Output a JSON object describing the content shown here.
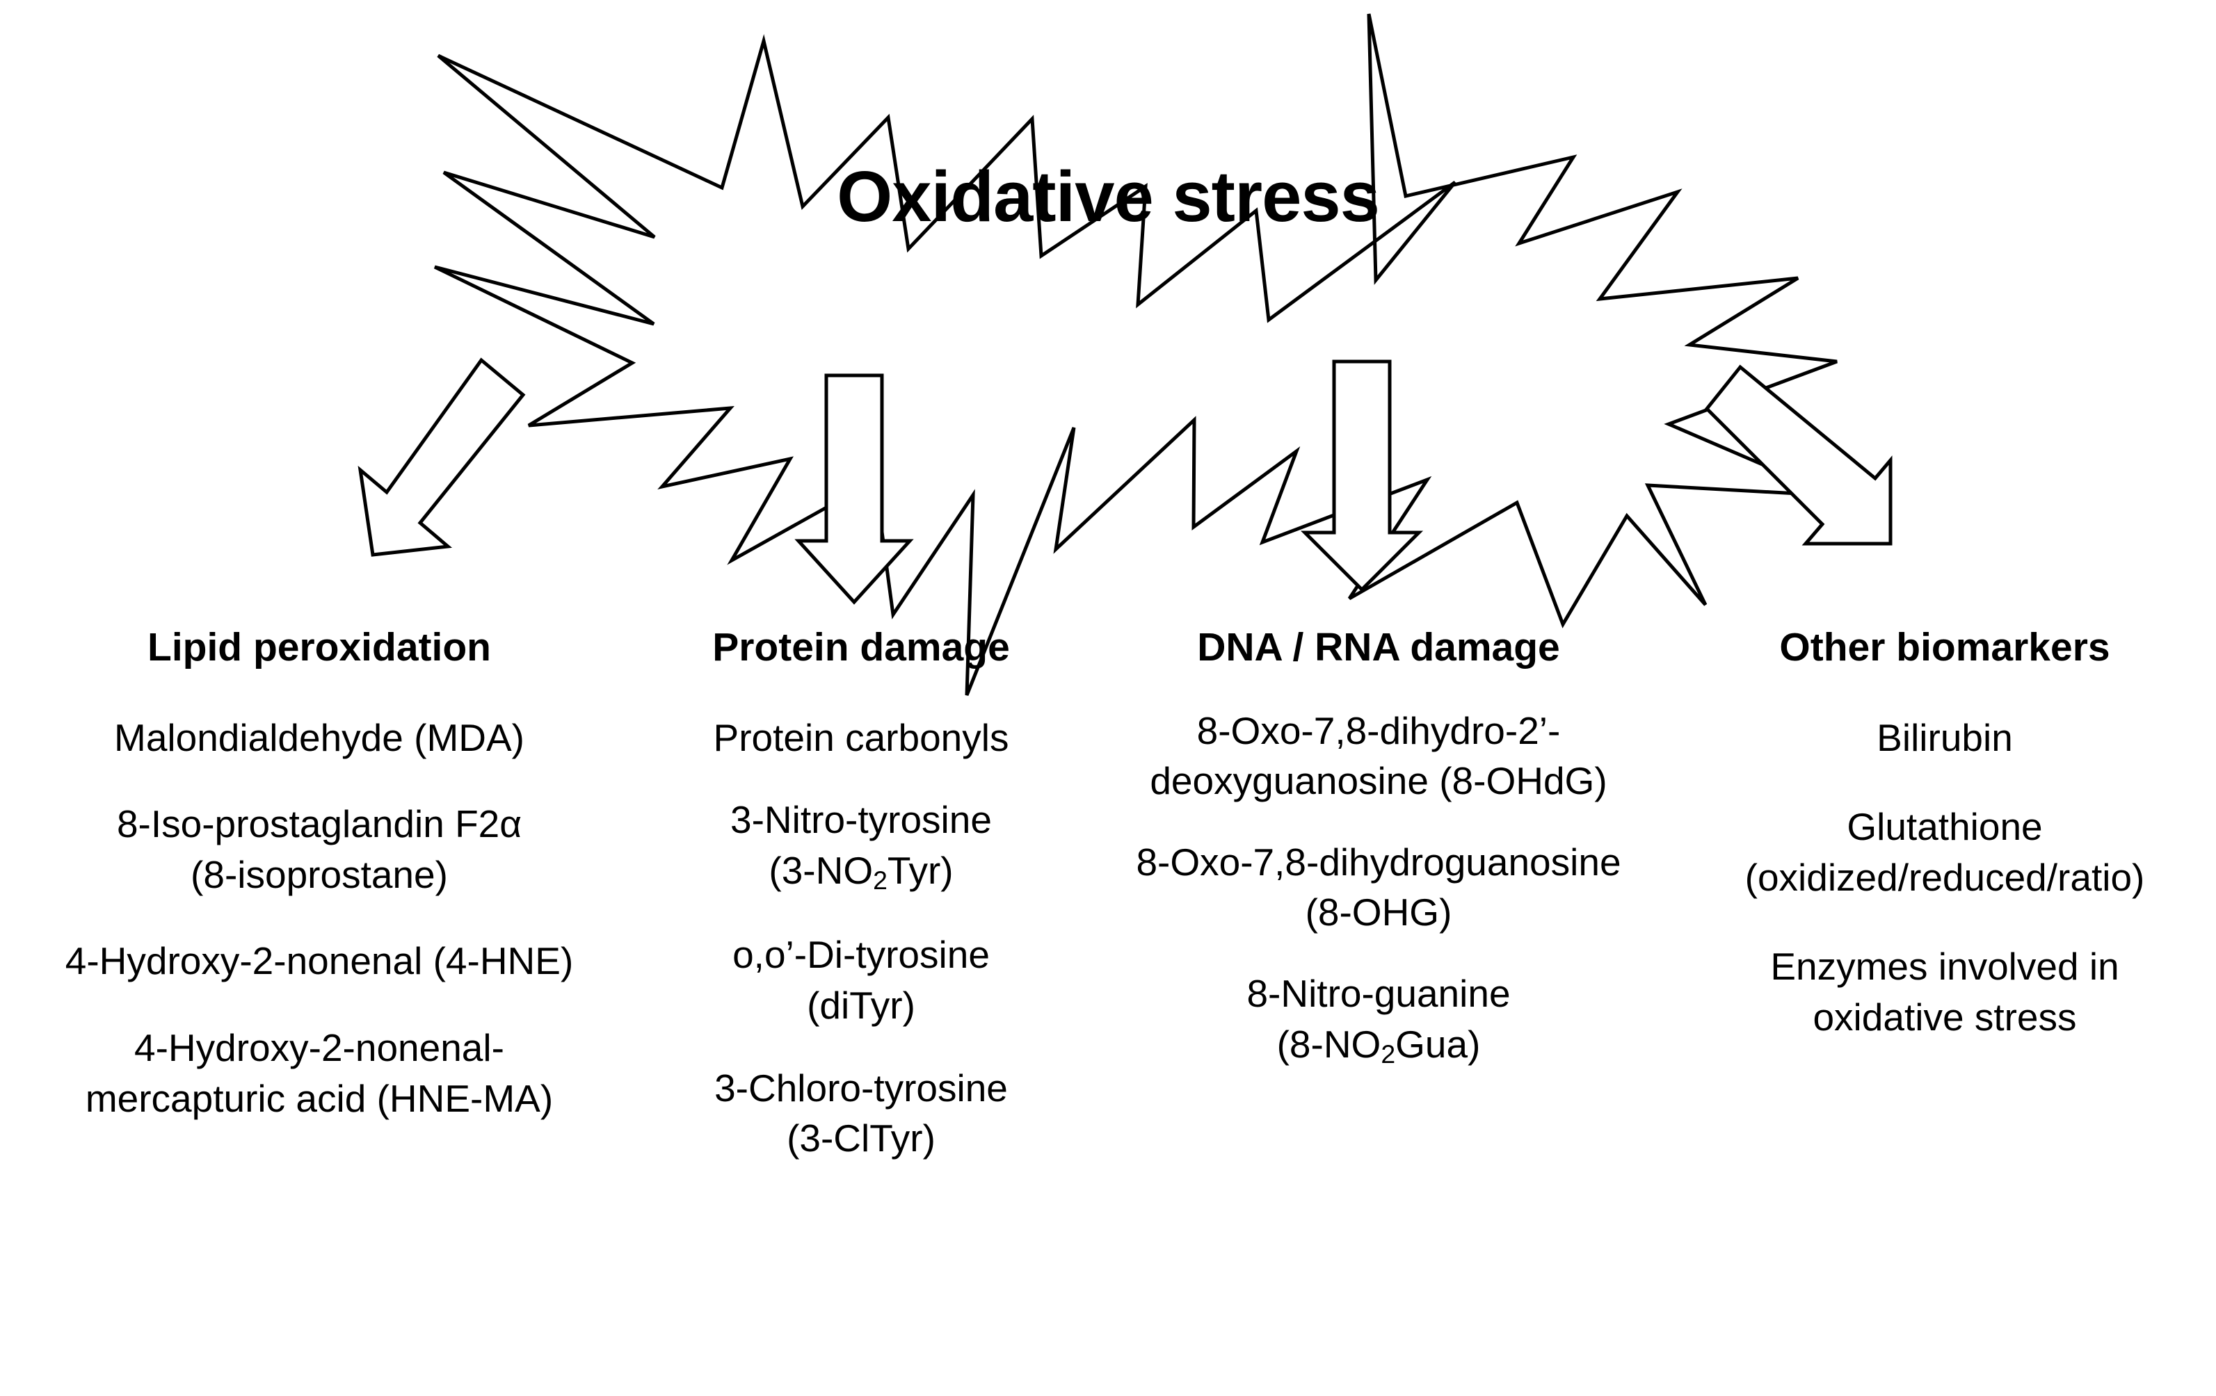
{
  "figure": {
    "burst": {
      "label": "Oxidative stress",
      "shape": "starburst-explosion",
      "stroke_color": "#000000",
      "fill_color": "#ffffff"
    },
    "arrows": [
      {
        "name": "arrow-to-lipid-peroxidation",
        "direction": "down-left"
      },
      {
        "name": "arrow-to-protein-damage",
        "direction": "down"
      },
      {
        "name": "arrow-to-dna-rna-damage",
        "direction": "down"
      },
      {
        "name": "arrow-to-other-biomarkers",
        "direction": "down-right"
      }
    ],
    "columns": [
      {
        "id": "lipid-peroxidation",
        "header": "Lipid peroxidation",
        "items": [
          {
            "text": "Malondialdehyde (MDA)"
          },
          {
            "text": "8-Iso-prostaglandin F2α\n(8-isoprostane)"
          },
          {
            "text": "4-Hydroxy-2-nonenal (4-HNE)"
          },
          {
            "text": "4-Hydroxy-2-nonenal-\nmercapturic acid (HNE-MA)"
          }
        ]
      },
      {
        "id": "protein-damage",
        "header": "Protein damage",
        "items": [
          {
            "text": "Protein carbonyls"
          },
          {
            "html": "3-Nitro-tyrosine<br>(3-NO<sub>2</sub>Tyr)"
          },
          {
            "text": "o,o’-Di-tyrosine\n(diTyr)"
          },
          {
            "text": "3-Chloro-tyrosine\n(3-ClTyr)"
          }
        ]
      },
      {
        "id": "dna-rna-damage",
        "header": "DNA / RNA damage",
        "items": [
          {
            "text": "8-Oxo-7,8-dihydro-2’-\ndeoxyguanosine (8-OHdG)"
          },
          {
            "text": "8-Oxo-7,8-dihydroguanosine\n(8-OHG)"
          },
          {
            "html": "8-Nitro-guanine<br>(8-NO<sub>2</sub>Gua)"
          }
        ]
      },
      {
        "id": "other-biomarkers",
        "header": "Other biomarkers",
        "items": [
          {
            "text": "Bilirubin"
          },
          {
            "text": "Glutathione\n(oxidized/reduced/ratio)"
          },
          {
            "text": "Enzymes involved in\noxidative stress"
          }
        ]
      }
    ]
  }
}
